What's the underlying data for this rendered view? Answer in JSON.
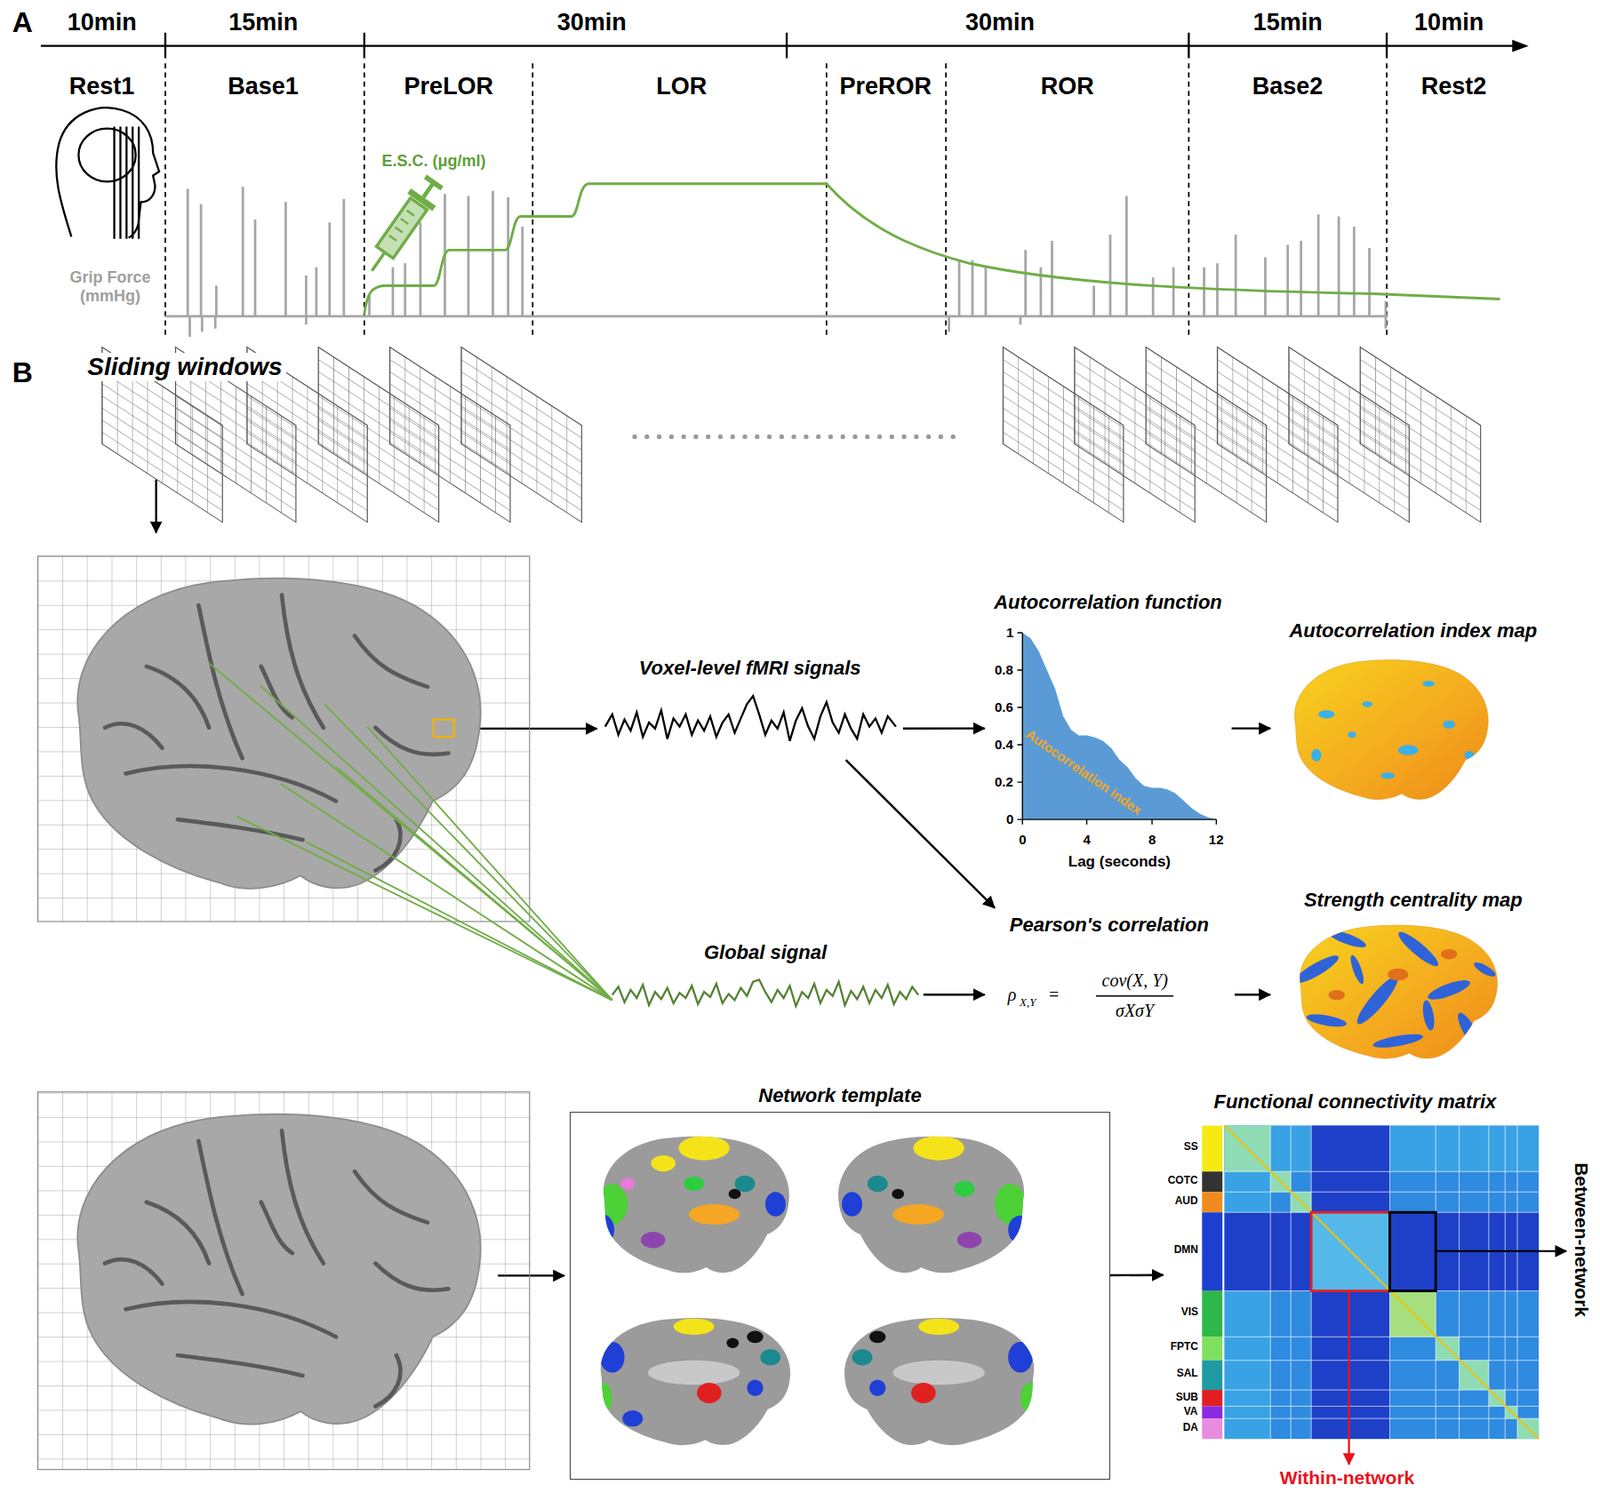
{
  "diagram": {
    "nodes": [
      {
        "text": [
          "Voxel-level fMRI signals"
        ]
      },
      {
        "text": [
          "Autocorrelation function",
          "Autocorrelation index",
          "Lag (seconds)"
        ]
      },
      {
        "text": [
          "Autocorrelation index map"
        ]
      },
      {
        "text": [
          "Global signal"
        ]
      },
      {
        "text": [
          "Pearson's correlation",
          "ρ",
          "X,Y",
          "=",
          "cov(X, Y)",
          "σXσY"
        ]
      },
      {
        "text": [
          "Strength centrality map"
        ]
      },
      {
        "text": [
          "Network template"
        ]
      },
      {
        "text": [
          "Functional connectivity matrix"
        ]
      }
    ],
    "edges": [
      {
        "from": 0,
        "to": 1,
        "arrow": "to"
      },
      {
        "from": 1,
        "to": 2,
        "arrow": "to"
      },
      {
        "from": 0,
        "to": 4,
        "arrow": "to"
      },
      {
        "from": 3,
        "to": 4,
        "arrow": "to"
      },
      {
        "from": 4,
        "to": 5,
        "arrow": "to"
      },
      {
        "from": 6,
        "to": 7,
        "arrow": "to"
      }
    ],
    "labels": [
      "A",
      "10min",
      "15min",
      "30min",
      "30min",
      "15min",
      "10min",
      "Rest1",
      "Base1",
      "PreLOR",
      "LOR",
      "PreROR",
      "ROR",
      "Base2",
      "Rest2",
      "E.S.C. (μg/ml)",
      "Grip Force (mmHg)",
      "B",
      "Sliding windows",
      "1",
      "0.8",
      "0.6",
      "0.4",
      "0.2",
      "0",
      "0",
      "4",
      "8",
      "12",
      "SS",
      "COTC",
      "AUD",
      "DMN",
      "VIS",
      "FPTC",
      "SAL",
      "SUB",
      "VA",
      "DA",
      "Between-network",
      "Within-network"
    ]
  }
}
